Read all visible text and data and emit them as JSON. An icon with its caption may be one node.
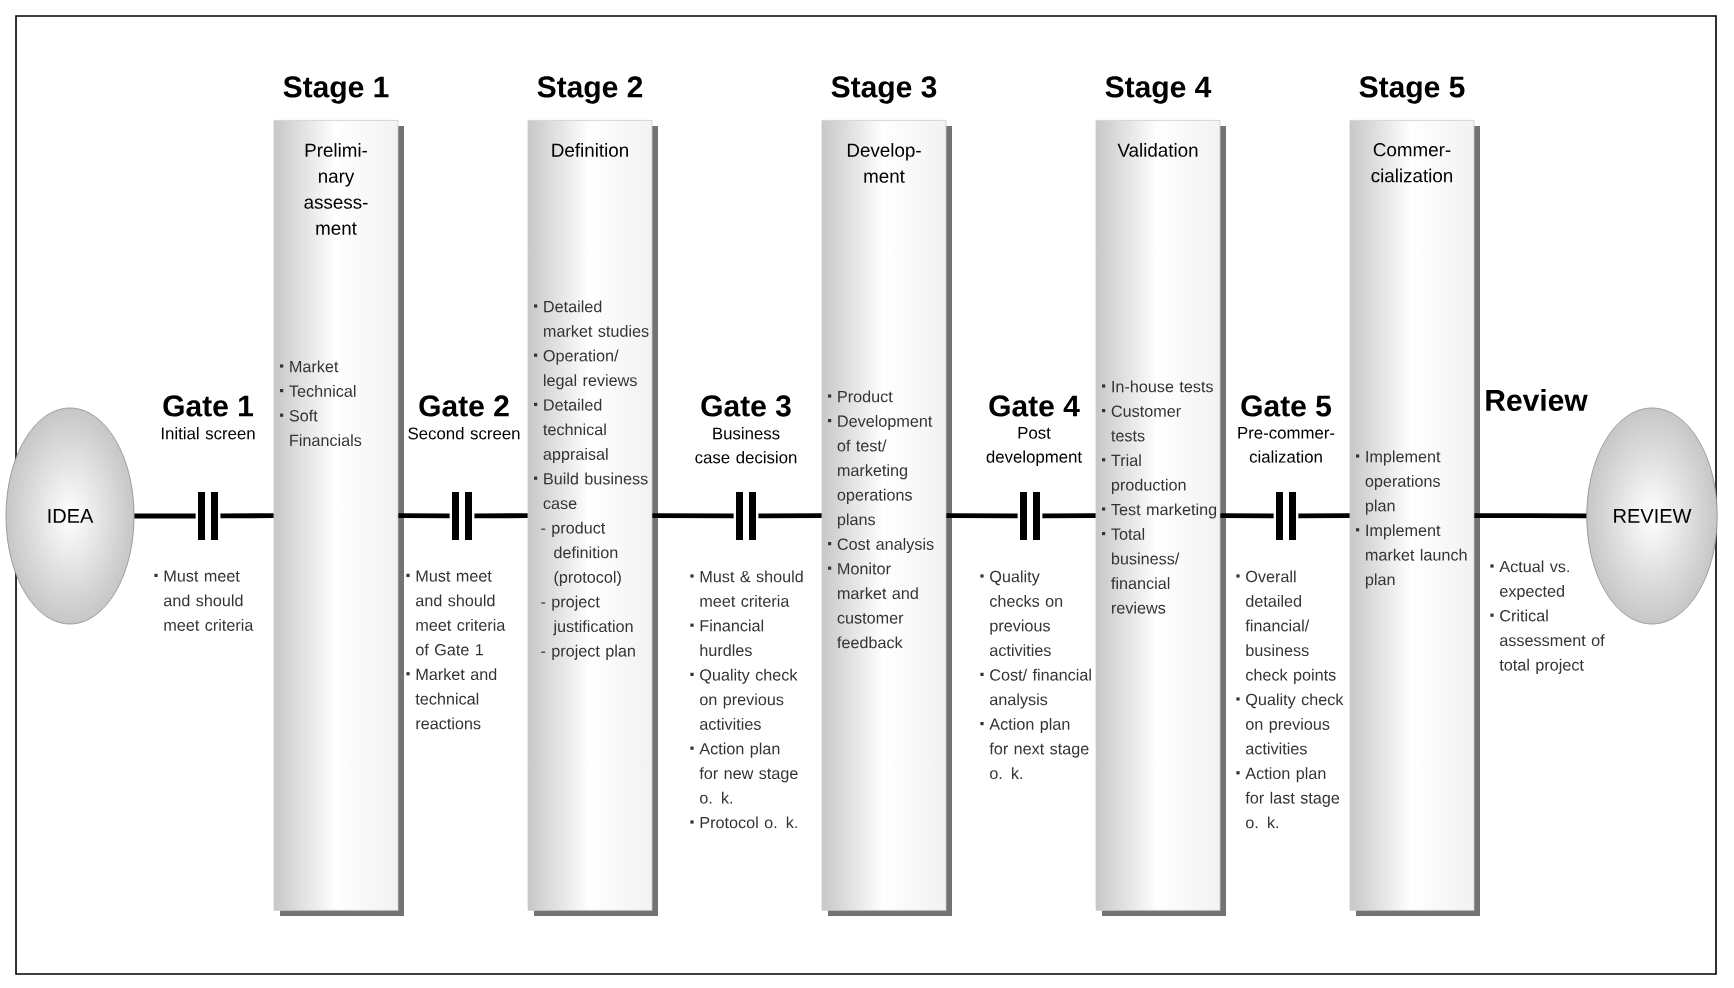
{
  "diagram": {
    "nodes": [
      {
        "text": [
          "IDEA"
        ]
      },
      {
        "text": [
          "Gate 1",
          "Initial screen"
        ],
        "beside": [
          "Must meet and should meet criteria"
        ]
      },
      {
        "text": [
          "Stage 1",
          "Prelimi- nary assess- ment",
          "Market",
          "Technical",
          "Soft Financials"
        ]
      },
      {
        "text": [
          "Gate 2",
          "Second screen"
        ],
        "beside": [
          "Must meet and should meet criteria of Gate 1",
          "Market and technical reactions"
        ]
      },
      {
        "text": [
          "Stage 2",
          "Definition",
          "Detailed market studies",
          "Operation/ legal reviews",
          "Detailed technical appraisal",
          "Build business case",
          "- product definition (protocol)",
          "- project justification",
          "- project plan"
        ]
      },
      {
        "text": [
          "Gate 3",
          "Business case decision"
        ],
        "beside": [
          "Must & should meet criteria",
          "Financial hurdles",
          "Quality check on previous activities",
          "Action plan for new stage o. k.",
          "Protocol o. k."
        ]
      },
      {
        "text": [
          "Stage 3",
          "Develop- ment",
          "Product",
          "Development of test/ marketing operations plans",
          "Cost analysis",
          "Monitor market and customer feedback"
        ]
      },
      {
        "text": [
          "Gate 4",
          "Post development"
        ],
        "beside": [
          "Quality checks on previous activities",
          "Cost/ financial analysis",
          "Action plan for next stage o. k."
        ]
      },
      {
        "text": [
          "Stage 4",
          "Validation",
          "In-house tests",
          "Customer tests",
          "Trial production",
          "Test marketing",
          "Total business/ financial reviews"
        ]
      },
      {
        "text": [
          "Gate 5",
          "Pre-commer- cialization"
        ],
        "beside": [
          "Overall detailed financial/ business check points",
          "Quality check on previous activities",
          "Action plan for last stage o. k."
        ]
      },
      {
        "text": [
          "Stage 5",
          "Commer- cialization",
          "Implement operations plan",
          "Implement market launch plan"
        ]
      },
      {
        "text": [
          "REVIEW"
        ]
      }
    ],
    "edges": [
      {
        "from": 0,
        "to": 1,
        "arrow": "none"
      },
      {
        "from": 1,
        "to": 2,
        "arrow": "none"
      },
      {
        "from": 2,
        "to": 3,
        "arrow": "none"
      },
      {
        "from": 3,
        "to": 4,
        "arrow": "none"
      },
      {
        "from": 4,
        "to": 5,
        "arrow": "none"
      },
      {
        "from": 5,
        "to": 6,
        "arrow": "none"
      },
      {
        "from": 6,
        "to": 7,
        "arrow": "none"
      },
      {
        "from": 7,
        "to": 8,
        "arrow": "none"
      },
      {
        "from": 8,
        "to": 9,
        "arrow": "none"
      },
      {
        "from": 9,
        "to": 10,
        "arrow": "none"
      },
      {
        "from": 10,
        "to": 11,
        "arrow": "none"
      }
    ],
    "labels": [
      "Review",
      "Actual vs. expected",
      "Critical assessment of total project"
    ]
  }
}
